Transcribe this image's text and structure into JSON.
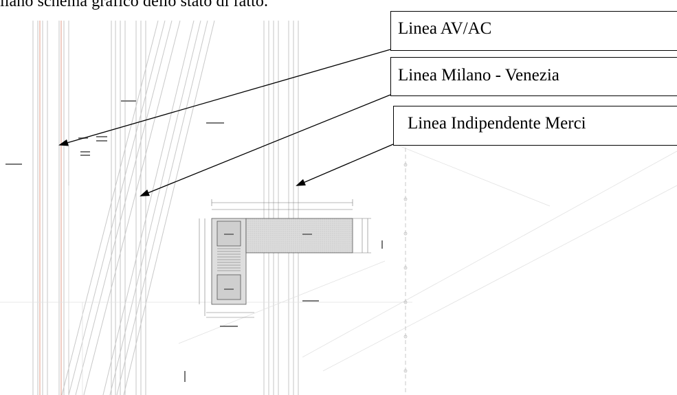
{
  "header_text": "liano schema grafico dello stato di fatto.",
  "callouts": [
    {
      "label": "Linea AV/AC"
    },
    {
      "label": "Linea Milano - Venezia"
    },
    {
      "label": "Linea Indipendente Merci"
    }
  ],
  "colors": {
    "rail_gray": "#b8b8b8",
    "rail_red": "#e0826a",
    "structure_fill": "#d6d6d6",
    "arrow": "#000000",
    "border": "#000000"
  }
}
